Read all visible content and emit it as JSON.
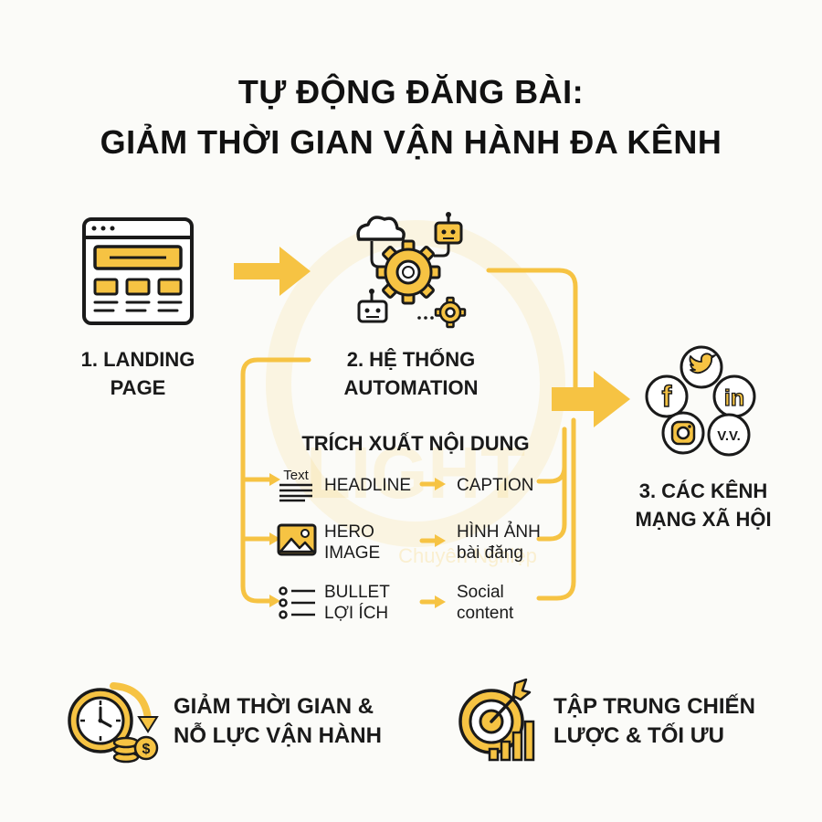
{
  "title": {
    "line1": "TỰ ĐỘNG ĐĂNG BÀI:",
    "line2": "GIẢM THỜI GIAN VẬN HÀNH ĐA KÊNH"
  },
  "steps": {
    "landing": {
      "line1": "1. LANDING",
      "line2": "PAGE"
    },
    "automation": {
      "line1": "2. HỆ THỐNG",
      "line2": "AUTOMATION"
    },
    "channels": {
      "line1": "3. CÁC KÊNH",
      "line2": "MẠNG XÃ HỘI"
    }
  },
  "extract": {
    "title": "TRÍCH XUẤT NỘI DUNG",
    "rows": [
      {
        "icon_text": "Text",
        "source": [
          "HEADLINE"
        ],
        "output": [
          "CAPTION"
        ]
      },
      {
        "source": [
          "HERO",
          "IMAGE"
        ],
        "output": [
          "HÌNH ẢNH",
          "bài đăng"
        ]
      },
      {
        "source": [
          "BULLET",
          "LỢI ÍCH"
        ],
        "output": [
          "Social",
          "content"
        ]
      }
    ]
  },
  "social": {
    "other_label": "V.V."
  },
  "benefits": [
    {
      "icon": "clock-coins-icon",
      "line1": "GIẢM THỜI GIAN &",
      "line2": "NỖ LỰC VẬN HÀNH"
    },
    {
      "icon": "target-growth-icon",
      "line1": "TẬP TRUNG CHIẾN",
      "line2": "LƯỢC & TỐI ƯU"
    }
  ],
  "watermark": {
    "line1": "LIGHT",
    "line2": "Chuyên Nghiệp"
  },
  "colors": {
    "accent": "#f6c343",
    "accent_dark": "#e0a92a",
    "ink": "#1a1a1a",
    "background": "#fbfbf8"
  }
}
